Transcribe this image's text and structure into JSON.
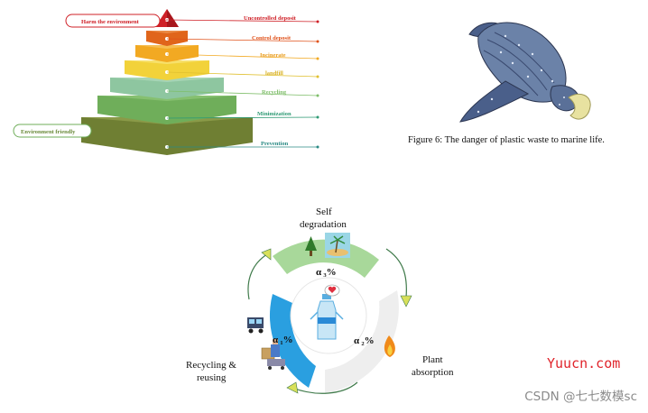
{
  "pyramid": {
    "levels": [
      {
        "label": "Uncontrolled deposit",
        "color": "#cf2027",
        "line": "#cf2027"
      },
      {
        "label": "Control deposit",
        "color": "#e06a1b",
        "line": "#e0521b"
      },
      {
        "label": "Incinerate",
        "color": "#f2a922",
        "line": "#f2a922"
      },
      {
        "label": "landfill",
        "color": "#f3d43a",
        "line": "#e0c030"
      },
      {
        "label": "Recycling",
        "color": "#8fc79a",
        "line": "#7fbe6a"
      },
      {
        "label": "Minimization",
        "color": "#6fae5a",
        "line": "#2e9a74"
      },
      {
        "label": "Prevention",
        "color": "#7a8a38",
        "line": "#2a8a84"
      }
    ],
    "harm_label": "Harm the environment",
    "friendly_label": "Environment friendly"
  },
  "caption": "Figure 6: The danger of plastic waste to marine life.",
  "cycle": {
    "top_label_1": "Self",
    "top_label_2": "degradation",
    "right_label_1": "Plant",
    "right_label_2": "absorption",
    "left_label_1": "Recycling &",
    "left_label_2": "reusing",
    "alpha1": "α ₁%",
    "alpha2": "α ₂%",
    "alpha3": "α ₃%",
    "colors": {
      "green": "#a8d89a",
      "blue": "#2a9fe0",
      "grey": "#eeeeee",
      "arrow": "#d8e05a"
    }
  },
  "site": "Yuucn.com",
  "watermark": "CSDN @七七数模sc"
}
